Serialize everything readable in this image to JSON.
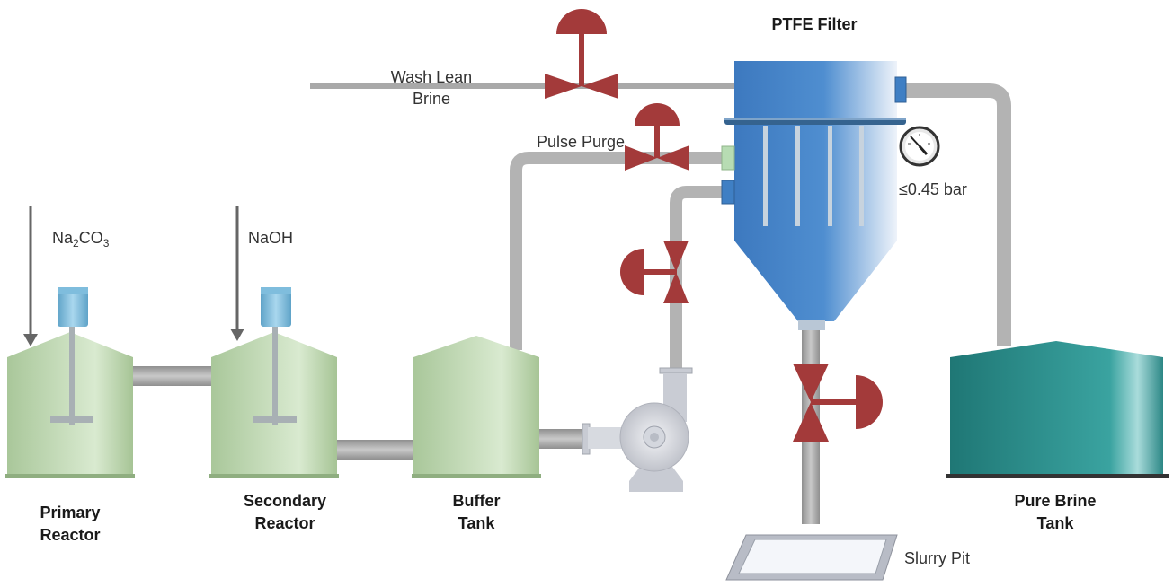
{
  "title": "PTFE Filter",
  "streams": {
    "wash_line_1": "Wash Lean",
    "wash_line_2": "Brine",
    "pulse_purge": "Pulse Purge",
    "na2co3_main": "Na",
    "na2co3_sub": "2",
    "na2co3_tail": "CO",
    "na2co3_sub2": "3",
    "naoh": "NaOH"
  },
  "gauge": {
    "reading": "≤0.45 bar"
  },
  "equipment": {
    "primary_1": "Primary",
    "primary_2": "Reactor",
    "secondary_1": "Secondary",
    "secondary_2": "Reactor",
    "buffer_1": "Buffer",
    "buffer_2": "Tank",
    "pure_1": "Pure Brine",
    "pure_2": "Tank",
    "slurry_pit": "Slurry Pit"
  },
  "colors": {
    "pipe": "#a9a9a9",
    "valve": "#a33a3a",
    "tank_green": "#c6dcb8",
    "filter_blue": "#3f7fc4",
    "pure_tank": "#2e8b89"
  }
}
